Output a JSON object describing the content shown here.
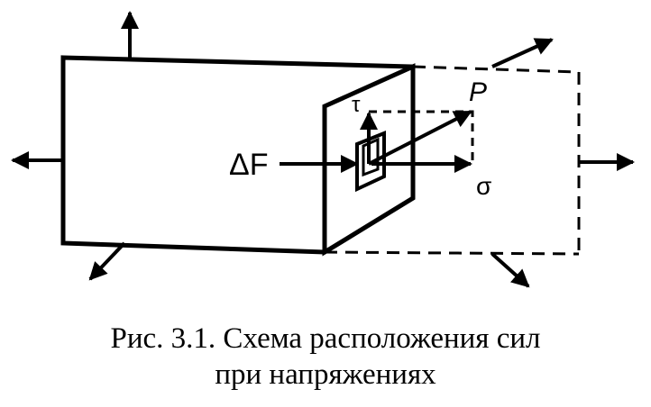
{
  "labels": {
    "tau": "τ",
    "p": "P",
    "delta_f": "ΔF",
    "sigma": "σ"
  },
  "caption": {
    "line1": "Рис. 3.1. Схема расположения сил",
    "line2": "при напряжениях"
  },
  "colors": {
    "ink": "#000000",
    "background": "#ffffff"
  }
}
